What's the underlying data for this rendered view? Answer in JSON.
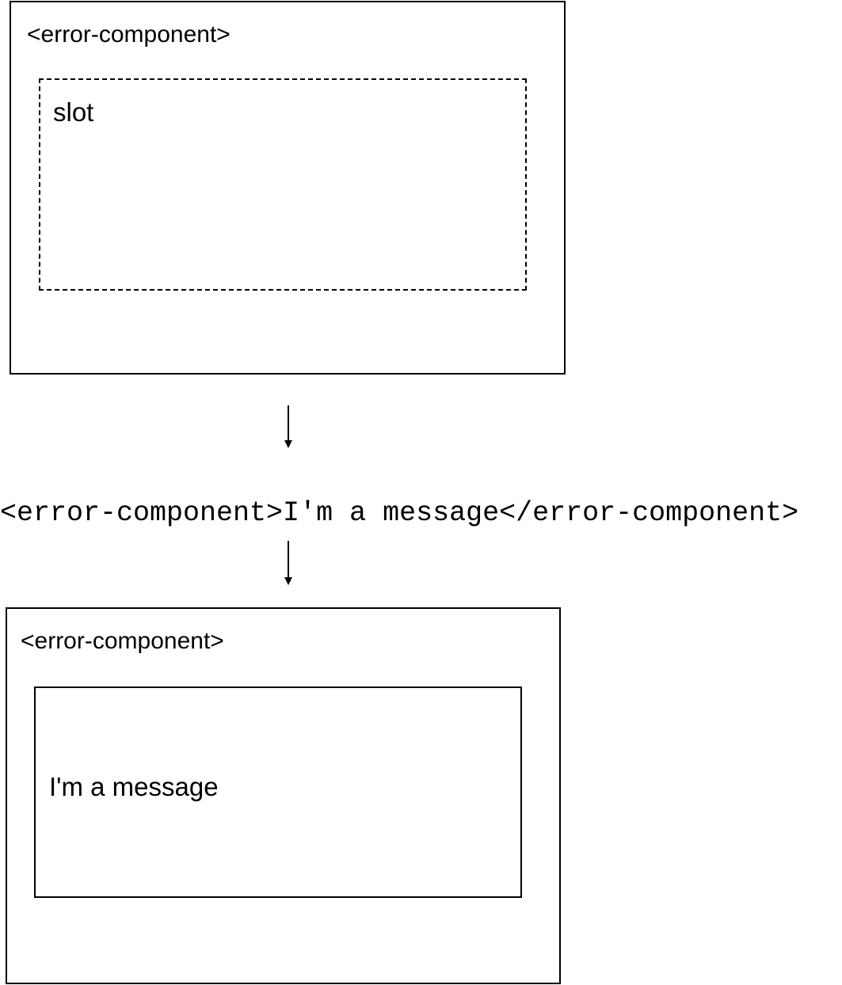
{
  "top_component": {
    "title": "<error-component>",
    "slot_label": "slot"
  },
  "usage": {
    "code": "<error-component>I'm a message</error-component>"
  },
  "bottom_component": {
    "title": "<error-component>",
    "content": "I'm a message"
  }
}
